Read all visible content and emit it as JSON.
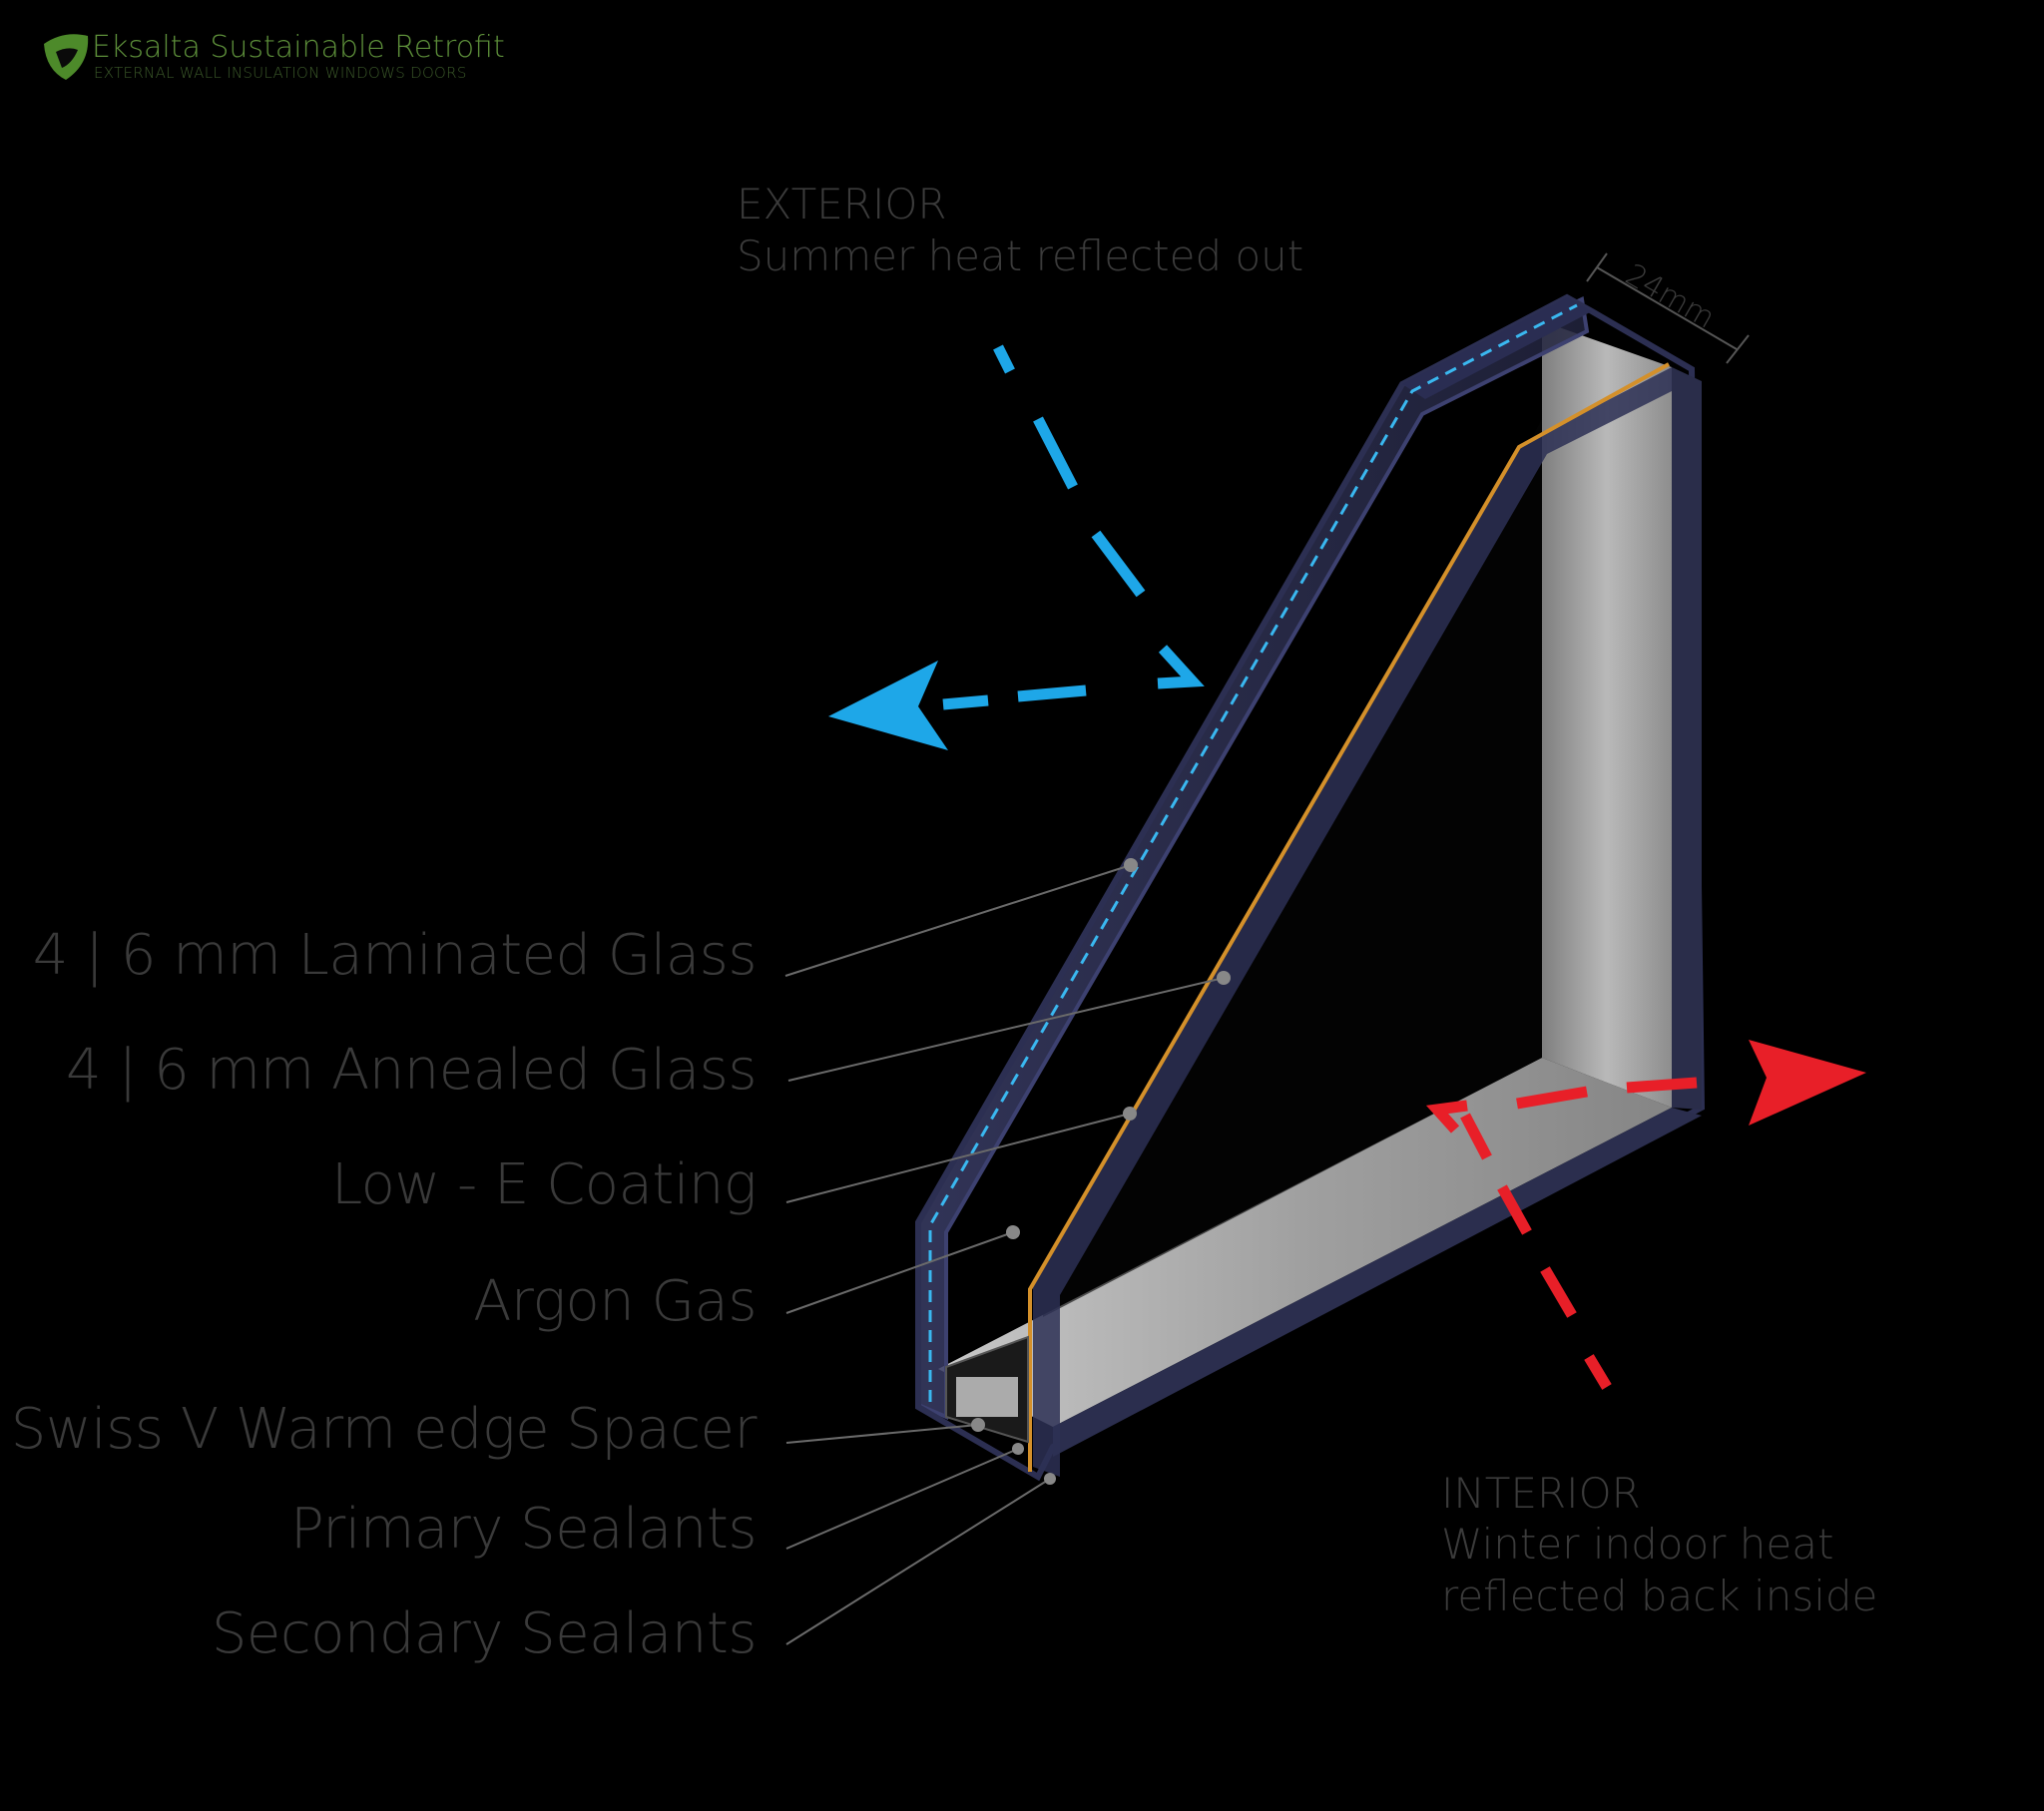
{
  "brand": {
    "name": "Eksalta Sustainable Retrofit",
    "tagline": "EXTERNAL WALL INSULATION WINDOWS DOORS",
    "logo_icon": "leaf-shield-icon",
    "logo_color": "#4d8a2a"
  },
  "exterior": {
    "heading": "EXTERIOR",
    "text": "Summer heat reflected out",
    "arrow_color": "#1ea7e8"
  },
  "interior": {
    "heading": "INTERIOR",
    "text": "Winter indoor heat reflected back inside",
    "arrow_color": "#e81f28"
  },
  "dimension": "24mm",
  "layers": [
    "4 | 6 mm Laminated Glass",
    "4 | 6 mm Annealed Glass",
    "Low - E Coating",
    "Argon Gas",
    "Swiss V Warm edge Spacer",
    "Primary Sealants",
    "Secondary Sealants"
  ],
  "colors": {
    "background": "#000000",
    "glass_edge": "#2c2f52",
    "spacer": "#b8b8b8",
    "low_e_line": "#d4902a",
    "label_text": "#3a3a3a"
  }
}
